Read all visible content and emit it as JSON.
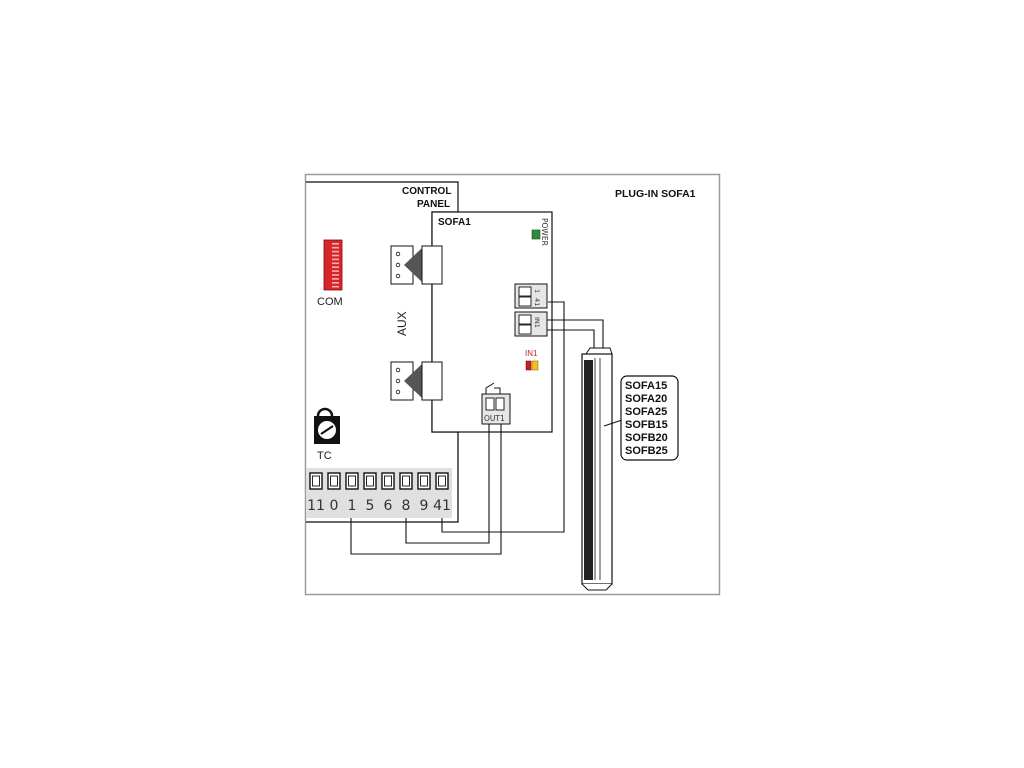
{
  "title": "PLUG-IN SOFA1",
  "control_panel": {
    "line1": "CONTROL",
    "line2": "PANEL"
  },
  "board": {
    "name": "SOFA1",
    "power_label": "POWER",
    "in1_label": "IN1",
    "out1_label": "OUT1",
    "terminal_a": {
      "t1": "1",
      "t2": "41"
    },
    "terminal_b": {
      "t1": "IN1"
    }
  },
  "left": {
    "com_label": "COM",
    "aux_label": "AUX",
    "tc_label": "TC"
  },
  "terminals": [
    "11",
    "0",
    "1",
    "5",
    "6",
    "8",
    "9",
    "41"
  ],
  "models": [
    "SOFA15",
    "SOFA20",
    "SOFA25",
    "SOFB15",
    "SOFB20",
    "SOFB25"
  ],
  "colors": {
    "power_led": "#2e8b3a",
    "in1_led_red": "#c8201e",
    "in1_led_yellow": "#f0c020",
    "com_red": "#d6262b",
    "frame": "#9a9a9a"
  }
}
